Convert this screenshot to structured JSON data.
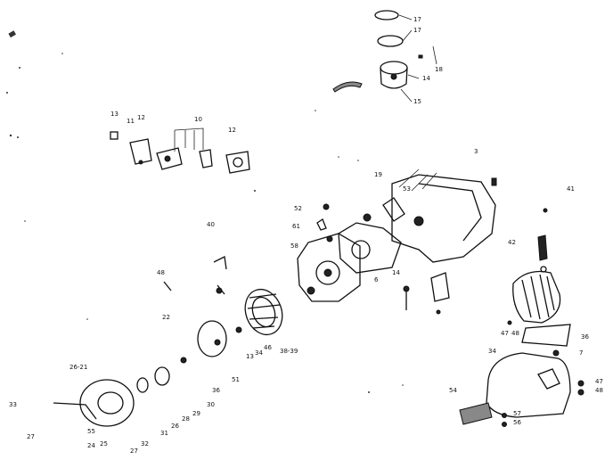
{
  "diagram": {
    "callouts": [
      {
        "id": "c1",
        "text": "17"
      },
      {
        "id": "c2",
        "text": "17"
      },
      {
        "id": "c3",
        "text": "18"
      },
      {
        "id": "c4",
        "text": "14"
      },
      {
        "id": "c5",
        "text": "15"
      },
      {
        "id": "c6",
        "text": "13"
      },
      {
        "id": "c7",
        "text": "11"
      },
      {
        "id": "c8",
        "text": "12"
      },
      {
        "id": "c9",
        "text": "10"
      },
      {
        "id": "c10",
        "text": "12"
      },
      {
        "id": "c11",
        "text": "3"
      },
      {
        "id": "c12",
        "text": "19"
      },
      {
        "id": "c13",
        "text": "53"
      },
      {
        "id": "c14",
        "text": "41"
      },
      {
        "id": "c15",
        "text": "52"
      },
      {
        "id": "c16",
        "text": "61"
      },
      {
        "id": "c17",
        "text": "58"
      },
      {
        "id": "c18",
        "text": "40"
      },
      {
        "id": "c19",
        "text": "42"
      },
      {
        "id": "c20",
        "text": "48"
      },
      {
        "id": "c21",
        "text": "14"
      },
      {
        "id": "c22",
        "text": "6"
      },
      {
        "id": "c23",
        "text": "22"
      },
      {
        "id": "c24",
        "text": "47"
      },
      {
        "id": "c25",
        "text": "48"
      },
      {
        "id": "c26",
        "text": "36"
      },
      {
        "id": "c27",
        "text": "13"
      },
      {
        "id": "c28",
        "text": "34"
      },
      {
        "id": "c29",
        "text": "46"
      },
      {
        "id": "c30",
        "text": "38-39"
      },
      {
        "id": "c31",
        "text": "34"
      },
      {
        "id": "c32",
        "text": "7"
      },
      {
        "id": "c33",
        "text": "26-21"
      },
      {
        "id": "c34",
        "text": "51"
      },
      {
        "id": "c35",
        "text": "47"
      },
      {
        "id": "c36",
        "text": "48"
      },
      {
        "id": "c37",
        "text": "36"
      },
      {
        "id": "c38",
        "text": "54"
      },
      {
        "id": "c39",
        "text": "33"
      },
      {
        "id": "c40",
        "text": "30"
      },
      {
        "id": "c41",
        "text": "29"
      },
      {
        "id": "c42",
        "text": "28"
      },
      {
        "id": "c43",
        "text": "31"
      },
      {
        "id": "c44",
        "text": "26"
      },
      {
        "id": "c45",
        "text": "32"
      },
      {
        "id": "c46",
        "text": "27"
      },
      {
        "id": "c47",
        "text": "27"
      },
      {
        "id": "c48",
        "text": "24"
      },
      {
        "id": "c49",
        "text": "25"
      },
      {
        "id": "c50",
        "text": "57"
      },
      {
        "id": "c51",
        "text": "56"
      },
      {
        "id": "c52",
        "text": "55"
      }
    ]
  }
}
